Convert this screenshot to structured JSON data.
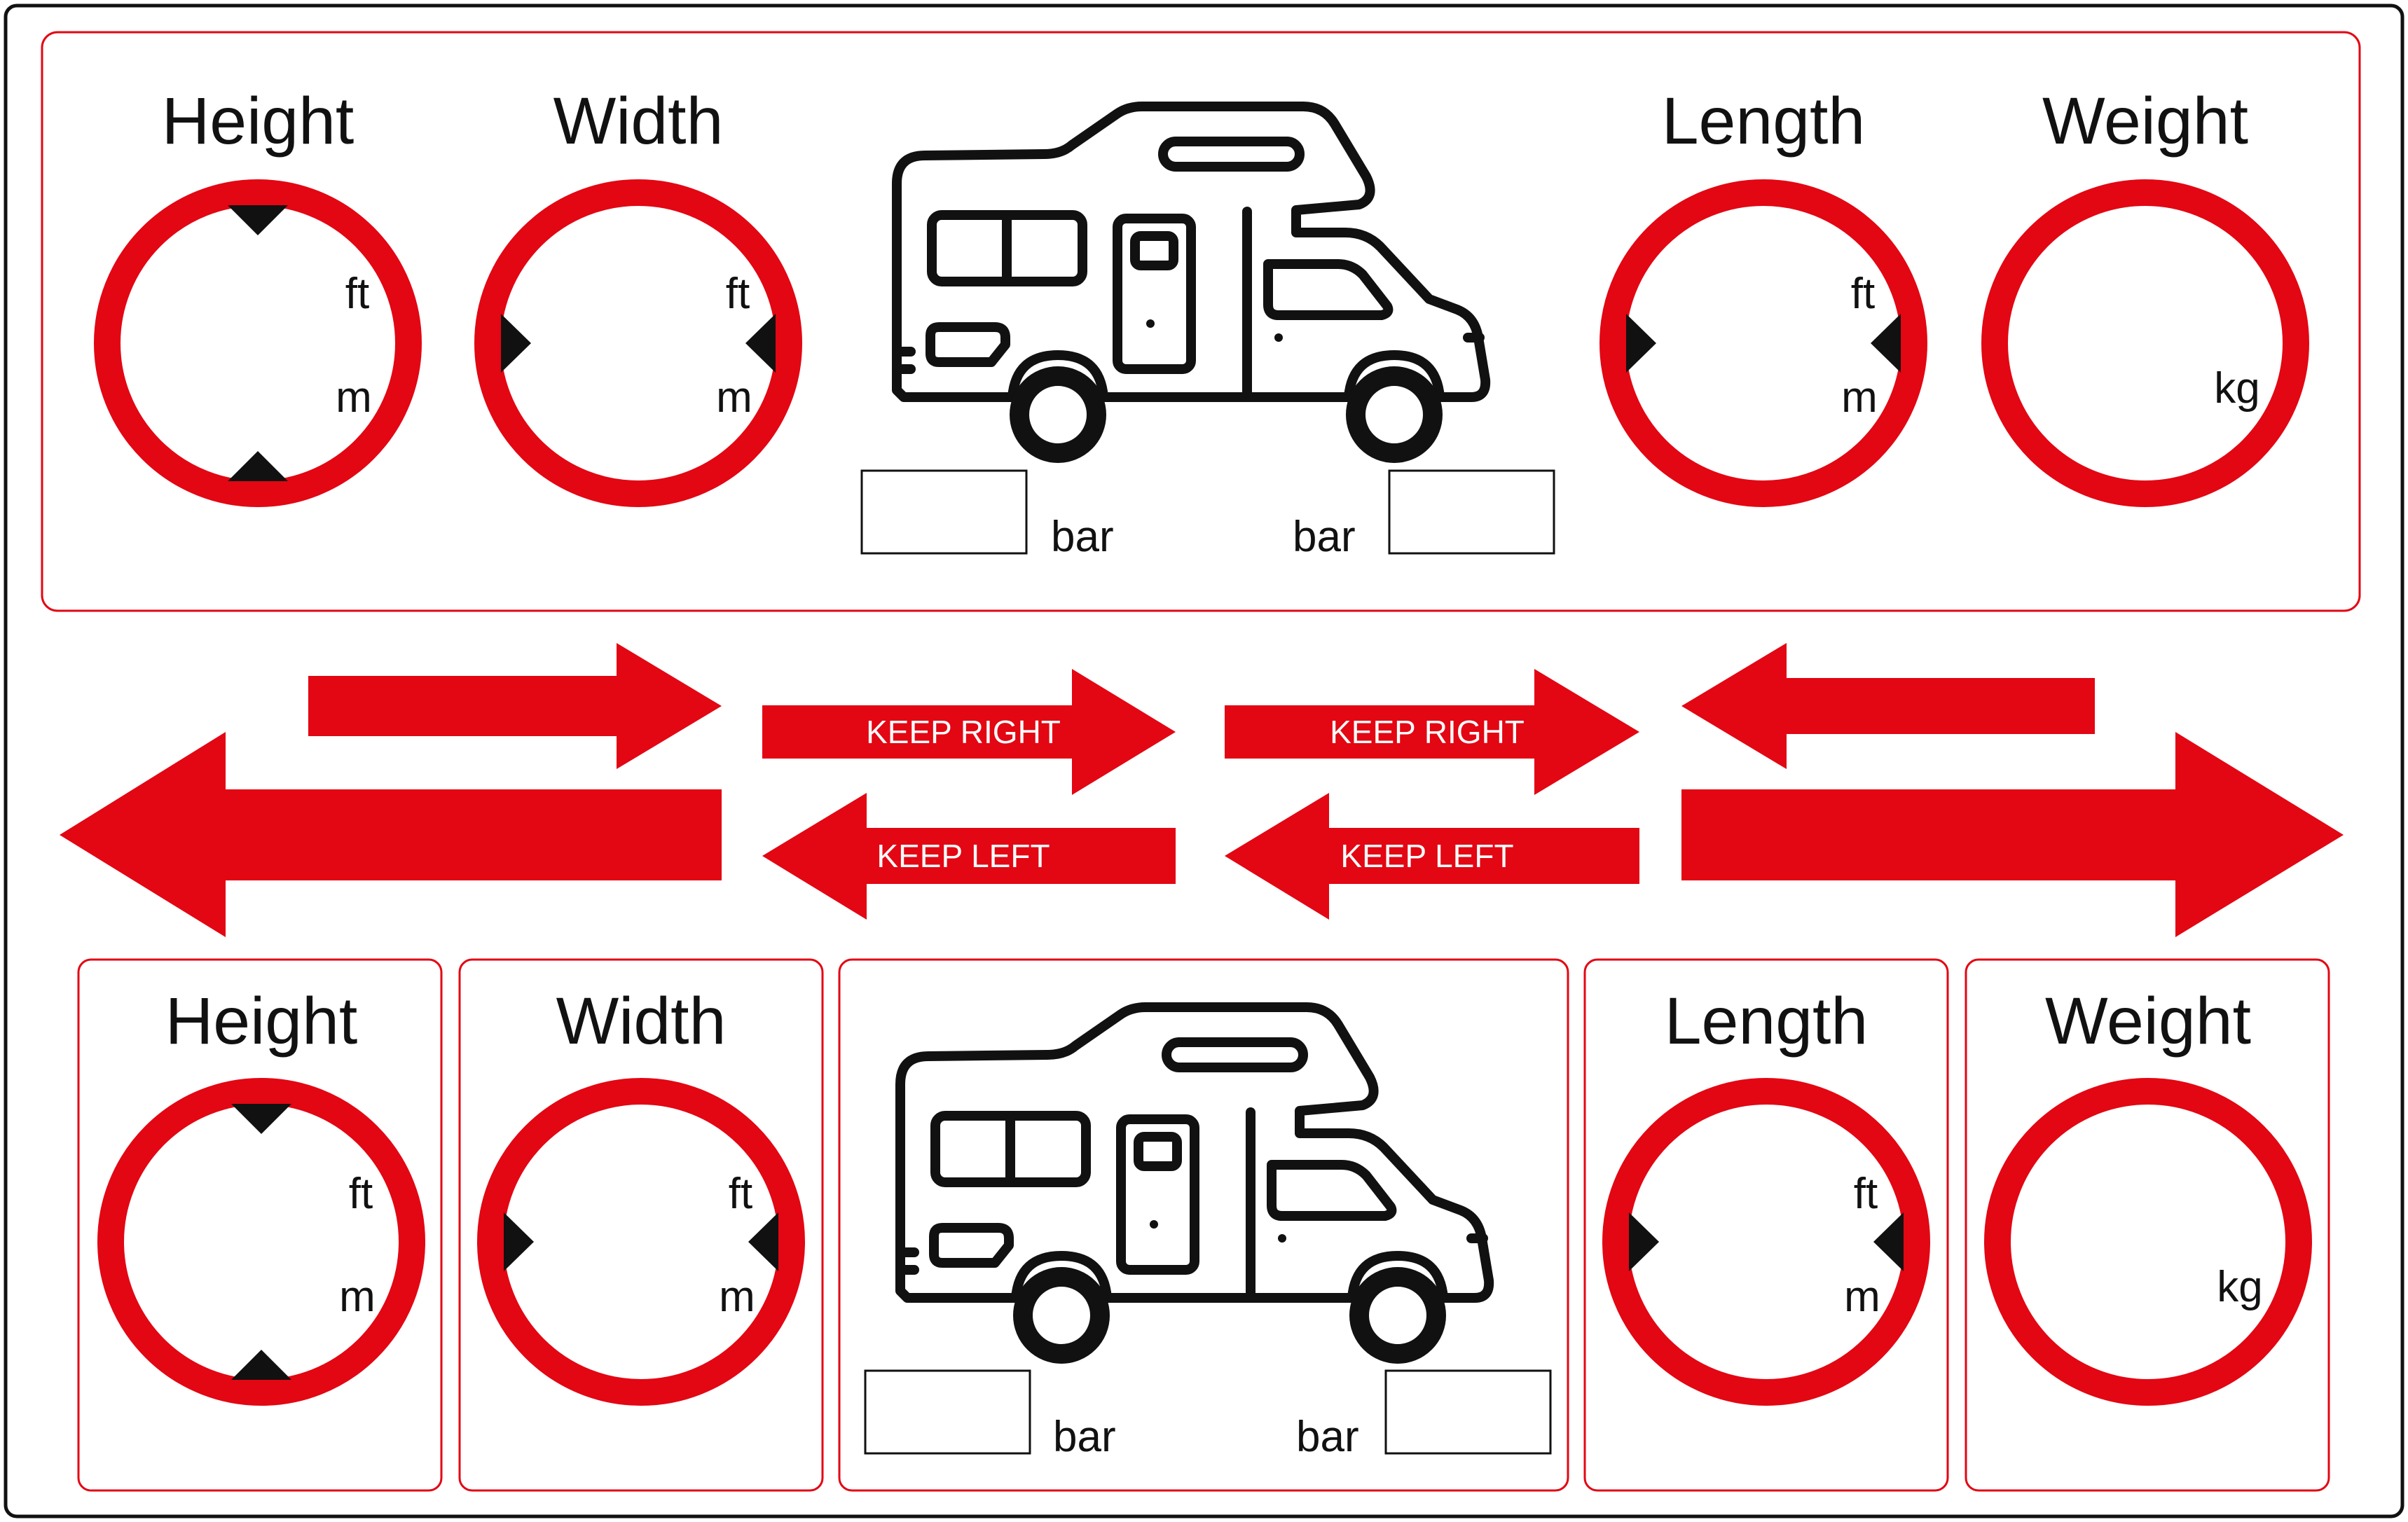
{
  "colors": {
    "red": "#e30613",
    "black": "#111111",
    "panel_border": "#e30613",
    "sheet_border": "#111111"
  },
  "top_panel": {
    "signs": [
      {
        "title": "Height",
        "units": [
          "ft",
          "m"
        ],
        "icon": "height-restriction-icon"
      },
      {
        "title": "Width",
        "units": [
          "ft",
          "m"
        ],
        "icon": "width-restriction-icon"
      },
      {
        "title": "Length",
        "units": [
          "ft",
          "m"
        ],
        "icon": "length-restriction-icon"
      },
      {
        "title": "Weight",
        "units": [
          "kg"
        ],
        "icon": "weight-restriction-icon"
      }
    ],
    "vehicle_icon": "motorhome-icon",
    "tyre_pressure": {
      "front_unit": "bar",
      "rear_unit": "bar"
    }
  },
  "arrows": {
    "keep_right_1": "KEEP RIGHT",
    "keep_right_2": "KEEP RIGHT",
    "keep_left_1": "KEEP LEFT",
    "keep_left_2": "KEEP LEFT"
  },
  "bottom_panel": {
    "signs": [
      {
        "title": "Height",
        "units": [
          "ft",
          "m"
        ],
        "icon": "height-restriction-icon"
      },
      {
        "title": "Width",
        "units": [
          "ft",
          "m"
        ],
        "icon": "width-restriction-icon"
      },
      {
        "title": "Length",
        "units": [
          "ft",
          "m"
        ],
        "icon": "length-restriction-icon"
      },
      {
        "title": "Weight",
        "units": [
          "kg"
        ],
        "icon": "weight-restriction-icon"
      }
    ],
    "vehicle_icon": "motorhome-icon",
    "tyre_pressure": {
      "front_unit": "bar",
      "rear_unit": "bar"
    }
  }
}
